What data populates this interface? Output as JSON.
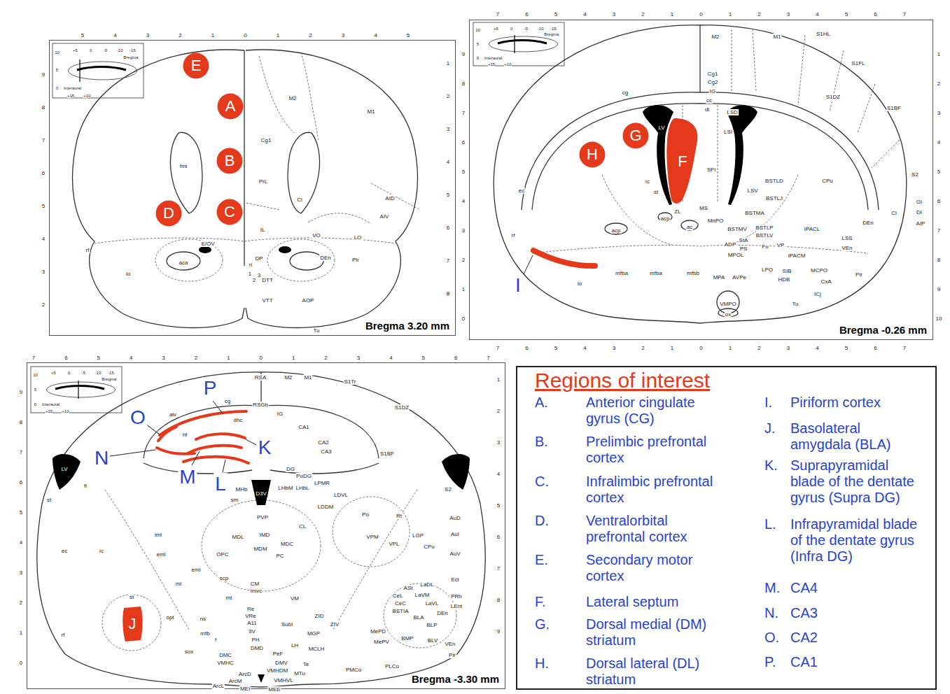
{
  "diagram": {
    "nodes": [
      {
        "text": [
          "Bregma 3.20 mm"
        ]
      },
      {
        "text": [
          "A"
        ],
        "in": 0
      },
      {
        "text": [
          "B"
        ],
        "in": 0
      },
      {
        "text": [
          "C"
        ],
        "in": 0
      },
      {
        "text": [
          "D"
        ],
        "in": 0
      },
      {
        "text": [
          "E"
        ],
        "in": 0
      },
      {
        "text": [
          "Bregma -0.26 mm"
        ]
      },
      {
        "text": [
          "F"
        ],
        "in": 6
      },
      {
        "text": [
          "G"
        ],
        "in": 6
      },
      {
        "text": [
          "H"
        ],
        "in": 6
      },
      {
        "text": [
          "Bregma -3.30 mm"
        ]
      },
      {
        "text": [
          "J"
        ],
        "in": 10
      },
      {
        "text": [
          "Regions of interest",
          "A.",
          "Anterior cingulate gyrus (CG)",
          "B.",
          "Prelimbic prefrontal cortex",
          "C.",
          "Infralimbic prefrontal cortex",
          "D.",
          "Ventralorbital prefrontal cortex",
          "E.",
          "Secondary motor cortex",
          "F.",
          "Lateral septum",
          "G.",
          "Dorsal medial (DM) striatum",
          "H.",
          "Dorsal lateral (DL) striatum",
          "I.",
          "Piriform cortex",
          "J.",
          "Basolateral amygdala (BLA)",
          "K.",
          "Suprapyramidal blade of the dentate gyrus (Supra DG)",
          "L.",
          "Infrapyramidal blade of the dentate gyrus (Infra DG)",
          "M.",
          "CA4",
          "N.",
          "CA3",
          "O.",
          "CA2",
          "P.",
          "CA1"
        ]
      }
    ],
    "labels": [
      "5",
      "4",
      "3",
      "2",
      "1",
      "0",
      "1",
      "2",
      "3",
      "4",
      "5",
      "9",
      "8",
      "7",
      "6",
      "5",
      "4",
      "3",
      "2",
      "1",
      "2",
      "3",
      "4",
      "5",
      "6",
      "7",
      "8",
      "10",
      "+5",
      "0",
      "-5",
      "-10",
      "-15",
      "Bregma",
      "5",
      "0",
      "Interaural",
      "+15",
      "+10",
      "M2",
      "M1",
      "Cg1",
      "PrL",
      "Cl",
      "IL",
      "VO",
      "LO",
      "AID",
      "AIV",
      "DP",
      "DEn",
      "Pir",
      "DTT",
      "VTT",
      "AOP",
      "Tu",
      "fmi",
      "E/OV",
      "aca",
      "ri",
      "1",
      "2",
      "3",
      "rf",
      "lo",
      "7",
      "6",
      "5",
      "4",
      "3",
      "2",
      "1",
      "0",
      "1",
      "2",
      "3",
      "4",
      "5",
      "6",
      "7",
      "7",
      "6",
      "5",
      "4",
      "3",
      "2",
      "1",
      "0",
      "1",
      "2",
      "3",
      "4",
      "5",
      "6",
      "7",
      "9",
      "8",
      "7",
      "6",
      "5",
      "4",
      "3",
      "2",
      "1",
      "0",
      "1",
      "2",
      "3",
      "4",
      "5",
      "6",
      "7",
      "8",
      "9",
      "10",
      "10",
      "+5",
      "0",
      "-5",
      "-10",
      "-15",
      "Bregma",
      "5",
      "0",
      "Interaural",
      "+15",
      "+10",
      "M2",
      "M1",
      "S1HL",
      "S1FL",
      "S1DZ",
      "S1BF",
      "Cg1",
      "Cg2",
      "cg",
      "IG",
      "cc",
      "LV",
      "di",
      "LSD",
      "LSI",
      "SFi",
      "CPu",
      "S2",
      "GI",
      "DI",
      "AIP",
      "Cl",
      "DEn",
      "ec",
      "ic",
      "st",
      "ZL",
      "MS",
      "LSV",
      "BSTLD",
      "BSTLJ",
      "BSTMA",
      "ac",
      "acp",
      "acp",
      "MnPO",
      "BSTMV",
      "BSTLP",
      "BSTLV",
      "StA",
      "ADP",
      "PS",
      "Fu",
      "VP",
      "IPACL",
      "LSS",
      "VEn",
      "IPACM",
      "MPOL",
      "LPO",
      "SIB",
      "MPA",
      "AVPe",
      "HDB",
      "MCPO",
      "CxA",
      "Pir",
      "ICj",
      "Tu",
      "VMPO",
      "ox",
      "mfba",
      "mfba",
      "mfbb",
      "lo",
      "rf",
      "I",
      "7",
      "6",
      "5",
      "4",
      "3",
      "2",
      "1",
      "0",
      "1",
      "2",
      "3",
      "4",
      "5",
      "6",
      "7",
      "9",
      "8",
      "7",
      "6",
      "5",
      "4",
      "3",
      "2",
      "1",
      "0",
      "1",
      "2",
      "3",
      "4",
      "5",
      "6",
      "7",
      "8",
      "9",
      "10",
      "+5",
      "0",
      "-5",
      "-10",
      "-15",
      "Bregma",
      "5",
      "0",
      "Interaural",
      "+15",
      "+10",
      "RSA",
      "M2",
      "M1",
      "S1Tr",
      "S1DZ",
      "S1BF",
      "S2",
      "AuD",
      "AuI",
      "AuV",
      "Ect",
      "PRh",
      "LEnt",
      "RSGb",
      "IG",
      "CA1",
      "CA2",
      "CA3",
      "DG",
      "PoDG",
      "alv",
      "cg",
      "dhc",
      "hf",
      "MHb",
      "LHbM",
      "LHbL",
      "sm",
      "D3V",
      "LPMR",
      "LDVL",
      "LDDM",
      "PVP",
      "CL",
      "MDL",
      "IMD",
      "MDC",
      "MDM",
      "PC",
      "OPC",
      "CM",
      "imvc",
      "VM",
      "Re",
      "VRe",
      "A11",
      "ZID",
      "ZIV",
      "3V",
      "PH",
      "DMD",
      "SubI",
      "MGP",
      "LH",
      "MCLH",
      "PeF",
      "DMV",
      "Te",
      "MTu",
      "VMHDM",
      "VMHVL",
      "VMHC",
      "DMC",
      "ArcD",
      "ArcM",
      "ArcL",
      "MEI",
      "MEE",
      "LV",
      "fi",
      "st",
      "ec",
      "ic",
      "st",
      "opt",
      "rf",
      "eml",
      "eml",
      "iml",
      "ml",
      "scp",
      "mt",
      "ns",
      "mfb",
      "f",
      "sox",
      "CeL",
      "ASt",
      "CeC",
      "BSTIA",
      "LaDL",
      "LaVM",
      "LaVL",
      "DEn",
      "BLA",
      "BLP",
      "MePD",
      "BMP",
      "MePV",
      "BLV",
      "VEn",
      "Pir",
      "PLCo",
      "PMCo",
      "Po",
      "VPM",
      "VPL",
      "Rt",
      "LGP",
      "CPu",
      "K",
      "L",
      "M",
      "N",
      "O",
      "P"
    ]
  }
}
